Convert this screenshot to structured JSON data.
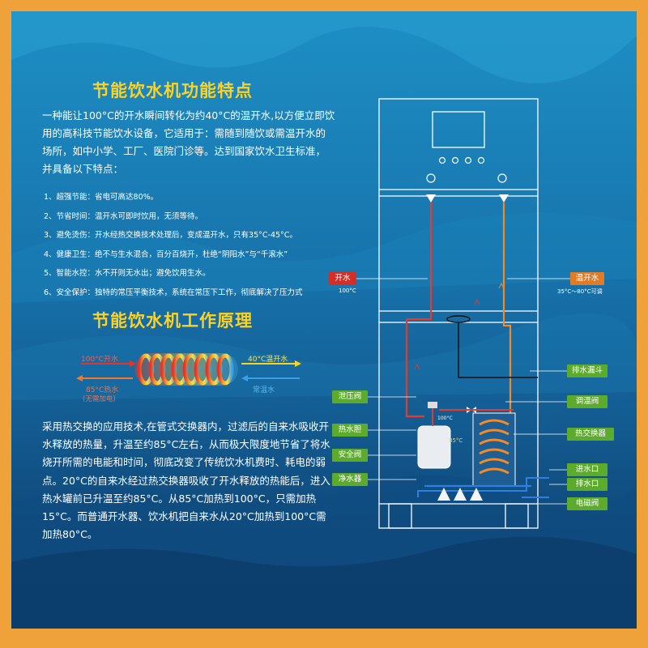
{
  "title1": "节能饮水机功能特点",
  "intro": "一种能让100°C的开水瞬间转化为约40°C的温开水,以方便立即饮用的高科技节能饮水设备，它适用于：需随到随饮或需温开水的场所，如中小学、工厂、医院门诊等。达到国家饮水卫生标准，并具备以下特点：",
  "features": [
    "1、超强节能：省电可高达80%。",
    "2、节省时间：温开水可即时饮用，无须等待。",
    "3、避免烫伤：开水经热交换技术处理后，变成温开水，只有35°C-45°C。",
    "4、健康卫生：绝不与生水混合，百分百烧开，杜绝“阴阳水”与“千滚水”",
    "5、智能水控：水不开则无水出；避免饮用生水。",
    "6、安全保护：独特的常压平衡技术，系统在常压下工作，彻底解决了压力式"
  ],
  "title2": "节能饮水机工作原理",
  "principle": {
    "hot_in": "100°C开水",
    "warm_out": "40°C温开水",
    "heated_water": "85°C热水",
    "no_heat": "(无需加电)",
    "normal_water": "常温水"
  },
  "description": "采用热交换的应用技术,在管式交换器内，过滤后的自来水吸收开水释放的热量，升温至约85°C左右，从而极大限度地节省了将水烧开所需的电能和时间，彻底改变了传统饮水机费时、耗电的弱点。20°C的自来水经过热交换器吸收了开水释放的热能后，进入热水罐前已升温至约85°C。从85°C加热到100°C，只需加热15°C。而普通开水器、饮水机把自来水从20°C加热到100°C需加热80°C。",
  "diagram": {
    "boiling": "开水",
    "boiling_temp": "100°C",
    "warm": "温开水",
    "warm_temp": "35°C～80°C可调",
    "drain_funnel": "排水漏斗",
    "pressure_valve": "泄压阀",
    "regulating_valve": "调温阀",
    "hot_tank": "热水胆",
    "heat_exchanger": "热交换器",
    "safety_valve": "安全阀",
    "purifier": "净水器",
    "inlet": "进水口",
    "outlet": "排水口",
    "solenoid": "电磁阀",
    "t100": "100°C",
    "t85": "85°C"
  },
  "colors": {
    "accent_title": "#ffd21f",
    "hot_red": "#d62d26",
    "warm_orange": "#e37b25",
    "label_green": "#5dab2d",
    "frame_orange": "#f0a23a"
  }
}
